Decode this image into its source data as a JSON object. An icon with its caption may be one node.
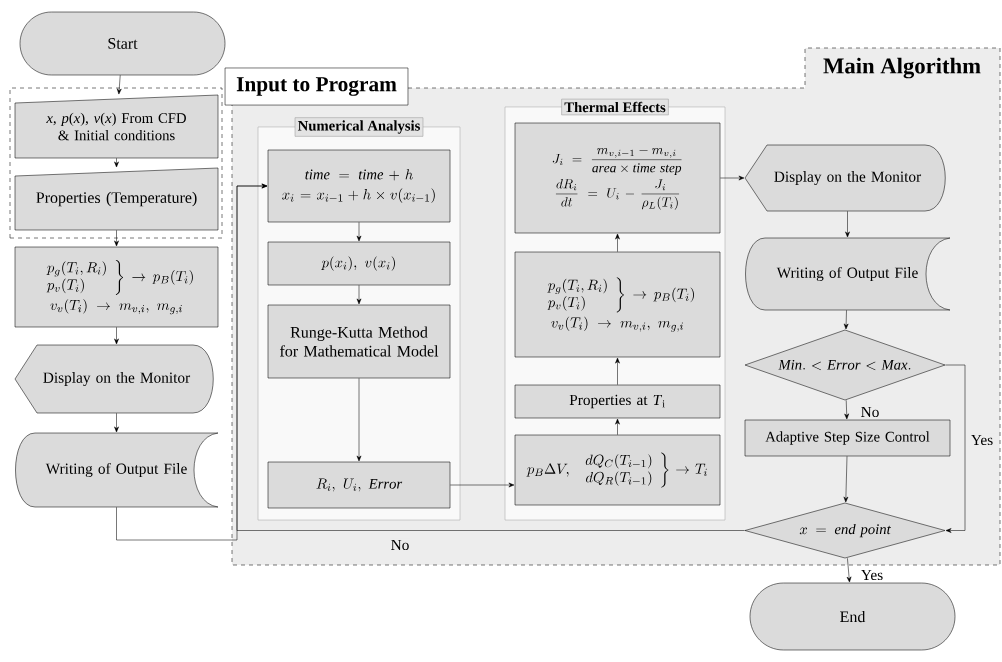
{
  "diagram": {
    "nodes": [
      {
        "text": [
          "Start"
        ]
      },
      {
        "text": [],
        "shape": "box"
      },
      {
        "text": [
          "*x*, *p*(*x*), *v*(*x*) From CFD & Initial conditions"
        ],
        "in": 1
      },
      {
        "text": [
          "Properties (Temperature)"
        ],
        "in": 1
      },
      {
        "text": [
          "\\left.\\begin{array}{l}p_g(T_i,R_i)\\\\ p_v(T_i)\\end{array}\\right\\}\\rightarrow p_B(T_i)",
          "v_v(T_i)\\rightarrow m_{v,i},\\ m_{g,i}"
        ]
      },
      {
        "text": [
          "Display on the Monitor"
        ]
      },
      {
        "text": [
          "Writing of Output File"
        ]
      },
      {
        "text": [
          "Main Algorithm"
        ]
      },
      {
        "text": [
          "Numerical Analysis"
        ],
        "in": 7
      },
      {
        "text": [
          "\\mathit{time} = \\mathit{time} + h",
          "x_i = x_{i-1} + h \\times v(x_{i-1})"
        ],
        "in": 8
      },
      {
        "text": [
          "p(x_i),\\ v(x_i)"
        ],
        "in": 8
      },
      {
        "text": [
          "Runge-Kutta Method for Mathematical Model"
        ],
        "in": 8
      },
      {
        "text": [
          "R_i,\\ U_i,\\ \\mathit{Error}"
        ],
        "in": 8
      },
      {
        "text": [
          "Thermal Effects"
        ],
        "in": 7
      },
      {
        "text": [
          "p_B\\Delta V,\\ \\left.\\begin{array}{r}dQ_C(T_{i-1})\\\\ dQ_R(T_{i-1})\\end{array}\\right\\}\\rightarrow T_i"
        ],
        "in": 13
      },
      {
        "text": [
          "Properties at *T*$_{i}$"
        ],
        "in": 13
      },
      {
        "text": [
          "\\left.\\begin{array}{l}p_g(T_i,R_i)\\\\ p_v(T_i)\\end{array}\\right\\}\\rightarrow p_B(T_i)",
          "v_v(T_i)\\rightarrow m_{v,i},\\ m_{g,i}"
        ],
        "in": 13
      },
      {
        "text": [
          "J_i = \\frac{m_{v,i-1} - m_{v,i}}{\\mathit{area} \\times \\mathit{time\\ step}}",
          "\\frac{dR_i}{dt} = U_i - \\frac{J_i}{\\rho_L(T_i)}"
        ],
        "in": 13
      },
      {
        "text": [
          "Display on the Monitor"
        ],
        "in": 7
      },
      {
        "text": [
          "Writing of Output File"
        ],
        "in": 7
      },
      {
        "text": [
          "\\mathit{Min.} < \\mathit{Error} < \\mathit{Max.}"
        ],
        "in": 7
      },
      {
        "text": [
          "Adaptive Step Size Control"
        ],
        "in": 7
      },
      {
        "text": [
          "x = \\mathit{end\\ point}"
        ],
        "in": 7
      },
      {
        "text": [
          "End"
        ]
      },
      {
        "text": [
          "Input to Program"
        ]
      }
    ],
    "edges": [
      {
        "from": 0,
        "to": 2,
        "arrow": "to"
      },
      {
        "from": 2,
        "to": 3,
        "arrow": "to"
      },
      {
        "from": 3,
        "to": 4,
        "arrow": "to"
      },
      {
        "from": 4,
        "to": 5,
        "arrow": "to"
      },
      {
        "from": 5,
        "to": 6,
        "arrow": "to"
      },
      {
        "from": 6,
        "to": 9,
        "arrow": "to"
      },
      {
        "from": 9,
        "to": 10,
        "arrow": "to"
      },
      {
        "from": 10,
        "to": 11,
        "arrow": "to"
      },
      {
        "from": 11,
        "to": 12,
        "arrow": "to"
      },
      {
        "from": 12,
        "to": 14,
        "arrow": "to"
      },
      {
        "from": 14,
        "to": 15,
        "arrow": "to"
      },
      {
        "from": 15,
        "to": 16,
        "arrow": "to"
      },
      {
        "from": 16,
        "to": 17,
        "arrow": "to"
      },
      {
        "from": 17,
        "to": 18,
        "arrow": "to"
      },
      {
        "from": 18,
        "to": 19,
        "arrow": "to"
      },
      {
        "from": 19,
        "to": 20,
        "arrow": "to"
      },
      {
        "from": 20,
        "to": 21,
        "arrow": "to",
        "label": "No"
      },
      {
        "from": 20,
        "to": 22,
        "arrow": "to",
        "label": "Yes"
      },
      {
        "from": 21,
        "to": 22,
        "arrow": "to"
      },
      {
        "from": 22,
        "to": 23,
        "arrow": "to",
        "label": "Yes"
      },
      {
        "from": 22,
        "to": 9,
        "arrow": "to",
        "label": "No"
      }
    ]
  }
}
